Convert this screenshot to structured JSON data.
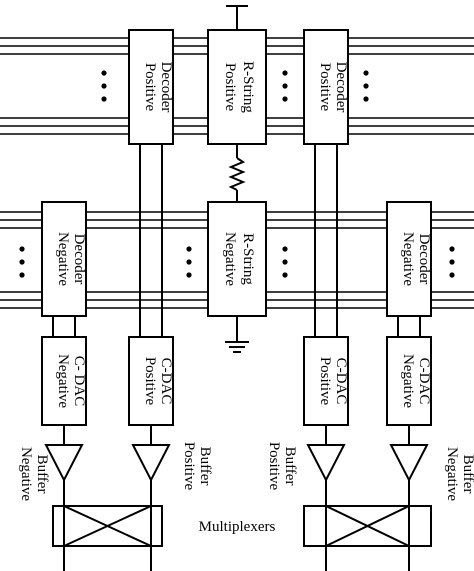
{
  "blocks": {
    "pos_decoder_left": [
      "Positive",
      "Decoder"
    ],
    "pos_rstring": [
      "Positive",
      "R-String"
    ],
    "pos_decoder_right": [
      "Positive",
      "Decoder"
    ],
    "neg_decoder_left": [
      "Negative",
      "Decoder"
    ],
    "neg_rstring": [
      "Negative",
      "R-String"
    ],
    "neg_decoder_right": [
      "Negative",
      "Decoder"
    ],
    "neg_cdac_left": [
      "Negative",
      "C- DAC"
    ],
    "pos_cdac_left": [
      "Positive",
      "C-DAC"
    ],
    "pos_cdac_right": [
      "Positive",
      "C-DAC"
    ],
    "neg_cdac_right": [
      "Negative",
      "C-DAC"
    ]
  },
  "buffers": {
    "neg_left": [
      "Negative",
      "Buffer"
    ],
    "pos_left": [
      "Positive",
      "Buffer"
    ],
    "pos_right": [
      "Positive",
      "Buffer"
    ],
    "neg_right": [
      "Negative",
      "Buffer"
    ]
  },
  "multiplexers_label": "Multiplexers"
}
